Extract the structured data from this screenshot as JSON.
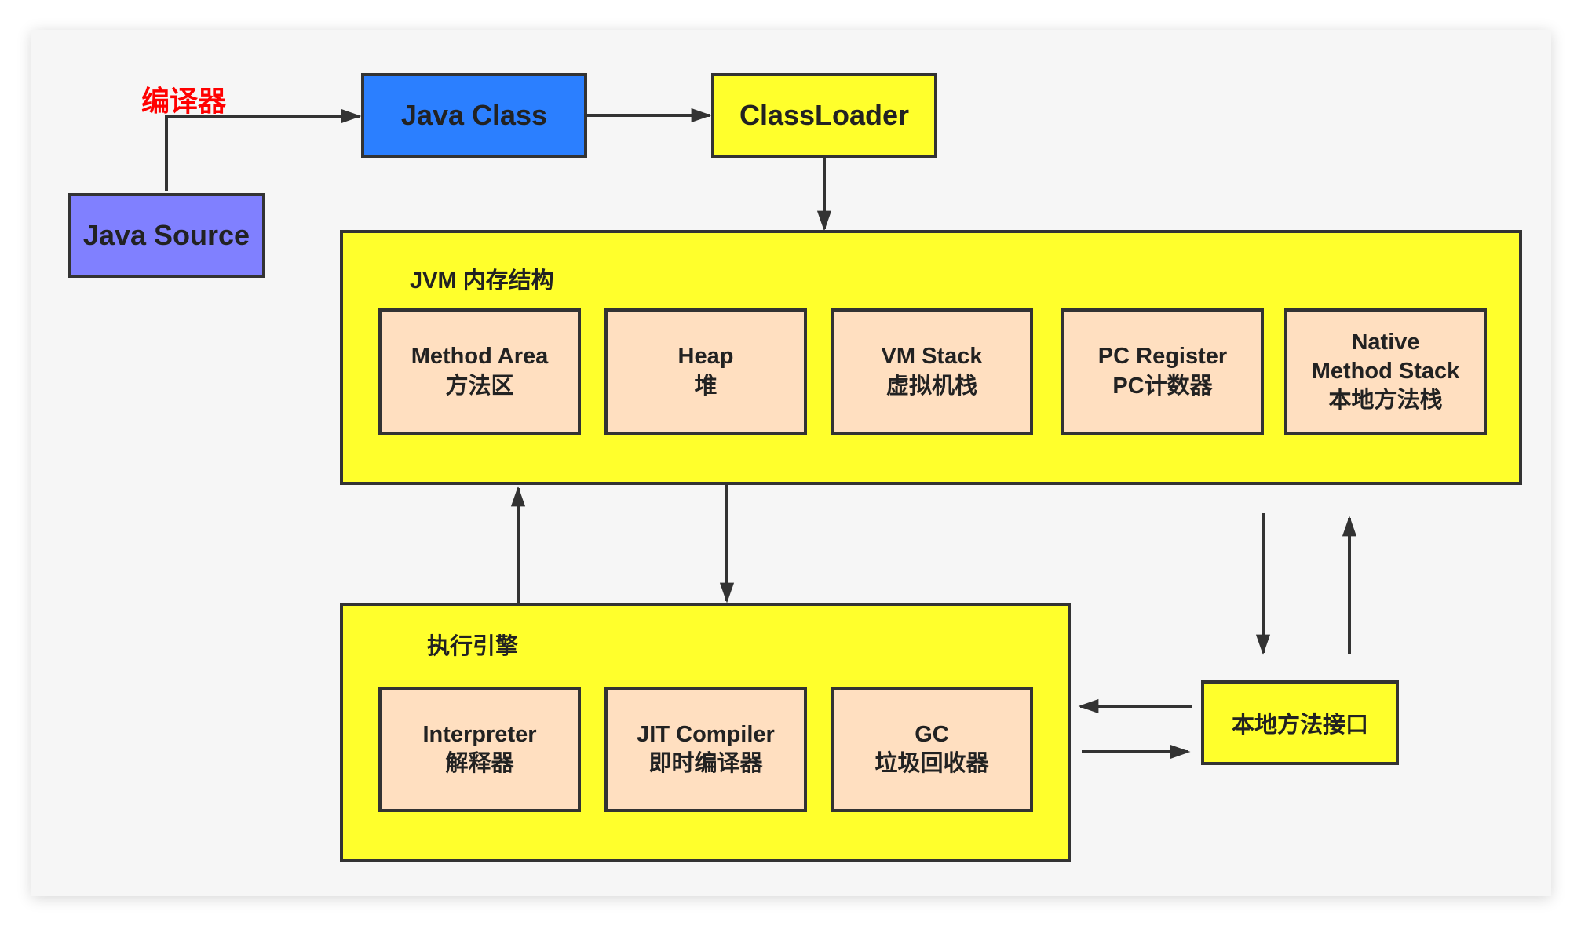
{
  "diagram": {
    "compiler_label": "编译器",
    "java_source": "Java Source",
    "java_class": "Java Class",
    "classloader": "ClassLoader",
    "jvm_memory": {
      "title": "JVM 内存结构",
      "areas": [
        {
          "lines": [
            "Method Area",
            "方法区"
          ]
        },
        {
          "lines": [
            "Heap",
            "堆"
          ]
        },
        {
          "lines": [
            "VM Stack",
            "虚拟机栈"
          ]
        },
        {
          "lines": [
            "PC Register",
            "PC计数器"
          ]
        },
        {
          "lines": [
            "Native",
            "Method Stack",
            "本地方法栈"
          ]
        }
      ]
    },
    "execution_engine": {
      "title": "执行引擎",
      "parts": [
        {
          "lines": [
            "Interpreter",
            "解释器"
          ]
        },
        {
          "lines": [
            "JIT Compiler",
            "即时编译器"
          ]
        },
        {
          "lines": [
            "GC",
            "垃圾回收器"
          ]
        }
      ]
    },
    "native_interface": "本地方法接口"
  },
  "colors": {
    "java_source_fill": "#8080ff",
    "java_class_fill": "#2b7fff",
    "yellow_fill": "#ffff2c",
    "cell_fill": "#ffdfc0",
    "border": "#333333",
    "text": "#222222",
    "compiler_label": "#ff0000",
    "canvas": "#f6f6f6"
  }
}
